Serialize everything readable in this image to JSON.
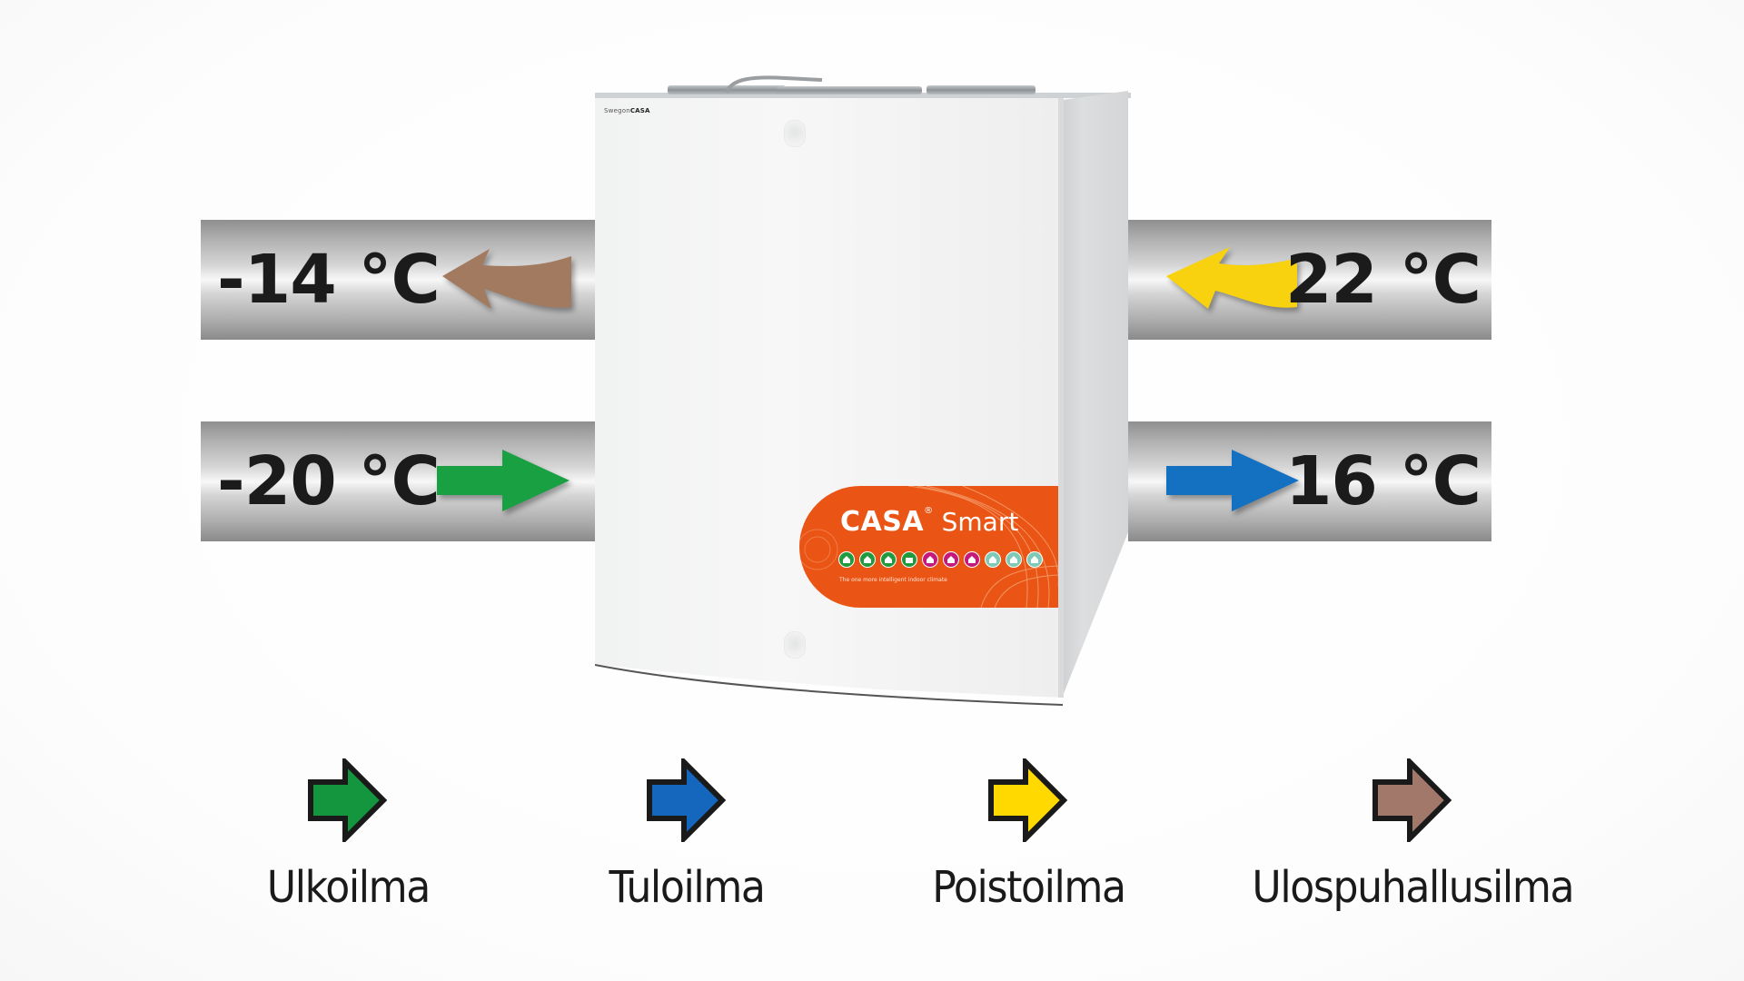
{
  "unit": {
    "brand_small": {
      "prefix": "Swegon",
      "suffix": "CASA"
    },
    "label_panel": {
      "brand": "CASA",
      "registered": "®",
      "product": "Smart",
      "tagline": "The one more intelligent indoor climate",
      "icon_colors": [
        "#1f9a3e",
        "#1f9a3e",
        "#1f9a3e",
        "#1f9a3e",
        "#c4187a",
        "#c4187a",
        "#c4187a",
        "#7fc9b6",
        "#7fc9b6",
        "#7fc9b6"
      ],
      "background": "#ea5515"
    }
  },
  "flows": {
    "exhaust_out": {
      "temperature": "-14 °C",
      "position": "left-top",
      "arrow_color": "#a27a5f",
      "direction": "left",
      "shape": "curved"
    },
    "outdoor_in": {
      "temperature": "-20 °C",
      "position": "left-bottom",
      "arrow_color": "#18a043",
      "direction": "right",
      "shape": "straight"
    },
    "extract_in": {
      "temperature": "22 °C",
      "position": "right-top",
      "arrow_color": "#f8d20f",
      "direction": "left",
      "shape": "curved"
    },
    "supply_out": {
      "temperature": "16 °C",
      "position": "right-bottom",
      "arrow_color": "#1470c1",
      "direction": "right",
      "shape": "straight"
    }
  },
  "legend": {
    "items": [
      {
        "label": "Ulkoilma",
        "color": "#14963f",
        "icon": "arrow-right-icon"
      },
      {
        "label": "Tuloilma",
        "color": "#1467bd",
        "icon": "arrow-right-icon"
      },
      {
        "label": "Poistoilma",
        "color": "#ffd900",
        "icon": "arrow-right-icon"
      },
      {
        "label": "Ulospuhallusilma",
        "color": "#a2786a",
        "icon": "arrow-right-icon"
      }
    ]
  }
}
